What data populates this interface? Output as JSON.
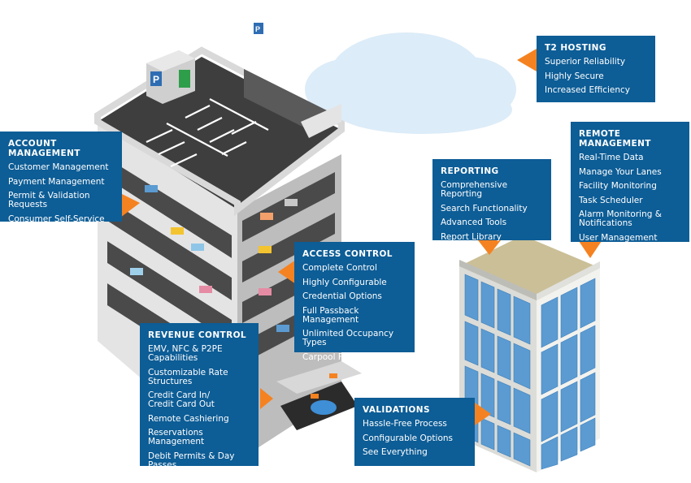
{
  "signs": {
    "parking_letter": "P"
  },
  "boxes": {
    "account": {
      "title": "ACCOUNT MANAGEMENT",
      "items": [
        "Customer Management",
        "Payment Management",
        "Permit & Validation\nRequests",
        "Consumer Self-Service"
      ]
    },
    "hosting": {
      "title": "T2 HOSTING",
      "items": [
        "Superior Reliability",
        "Highly Secure",
        "Increased Efficiency"
      ]
    },
    "remote": {
      "title": "REMOTE MANAGEMENT",
      "items": [
        "Real-Time Data",
        "Manage Your Lanes",
        "Facility Monitoring",
        "Task Scheduler",
        "Alarm Monitoring &\nNotifications",
        "User Management"
      ]
    },
    "reporting": {
      "title": "REPORTING",
      "items": [
        "Comprehensive Reporting",
        "Search Functionality",
        "Advanced Tools",
        "Report Library"
      ]
    },
    "access": {
      "title": "ACCESS CONTROL",
      "items": [
        "Complete Control",
        "Highly Configurable",
        "Credential Options",
        "Full Passback Management",
        "Unlimited Occupancy Types",
        "Carpool Functionality"
      ]
    },
    "revenue": {
      "title": "REVENUE CONTROL",
      "items": [
        "EMV, NFC & P2PE\nCapabilities",
        "Customizable Rate\nStructures",
        "Credit Card In/\nCredit Card Out",
        "Remote Cashiering",
        "Reservations Management",
        "Debit Permits & Day Passes"
      ]
    },
    "validations": {
      "title": "VALIDATIONS",
      "items": [
        "Hassle-Free Process",
        "Configurable Options",
        "See Everything"
      ]
    }
  },
  "colors": {
    "box": "#0d5d96",
    "pointer": "#f58220",
    "cloud": "#dcecf8",
    "sign": "#2f6db3",
    "garage_light": "#ececec",
    "garage_mid": "#cfcfcf",
    "garage_dark": "#9d9d9d",
    "asphalt": "#3e3e3e",
    "glass": "#5b9bd2",
    "office_frame": "#e9e9e6",
    "roof": "#cbbf97"
  }
}
